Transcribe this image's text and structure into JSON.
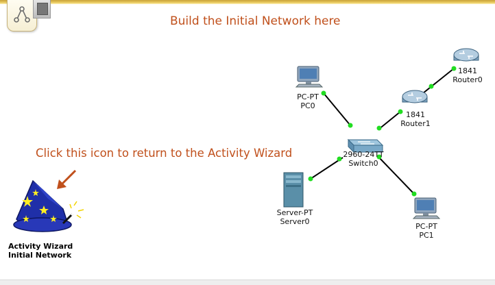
{
  "canvas": {
    "heading": "Build the Initial Network here",
    "hint": "Click this icon to return to the Activity Wizard"
  },
  "toolbar": {
    "logical_view_icon": "logical-workspace-icon",
    "physical_view_icon": "physical-workspace-icon"
  },
  "wizard": {
    "label_line1": "Activity Wizard",
    "label_line2": "Initial Network"
  },
  "devices": {
    "pc0": {
      "model": "PC-PT",
      "name": "PC0"
    },
    "pc1": {
      "model": "PC-PT",
      "name": "PC1"
    },
    "server0": {
      "model": "Server-PT",
      "name": "Server0"
    },
    "switch0": {
      "model": "2960-24TT",
      "name": "Switch0"
    },
    "router0": {
      "model": "1841",
      "name": "Router0"
    },
    "router1": {
      "model": "1841",
      "name": "Router1"
    }
  },
  "colors": {
    "text_accent": "#c0501c",
    "link_up": "#22dd22",
    "link_line": "#000000"
  }
}
